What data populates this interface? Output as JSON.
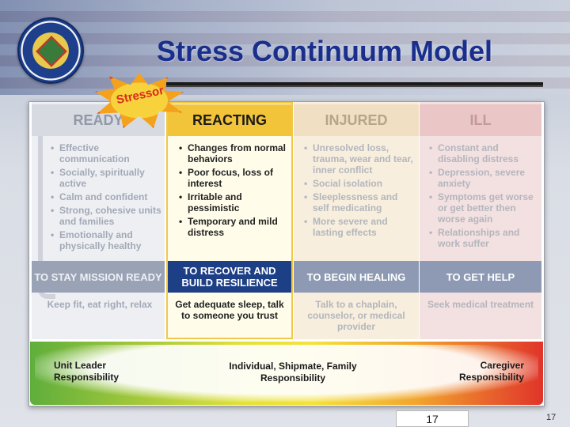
{
  "slide": {
    "title": "Stress Continuum Model",
    "stressor_label": "Stressor",
    "page_number_box": "17",
    "page_number": "17"
  },
  "columns": [
    {
      "header": "READY",
      "bullets": [
        "Effective communication",
        "Socially, spiritually active",
        "Calm and confident",
        "Strong, cohesive units and families",
        "Emotionally and physically healthy"
      ],
      "goal": "TO STAY MISSION READY",
      "action": "Keep fit, eat right, relax"
    },
    {
      "header": "REACTING",
      "bullets": [
        "Changes from normal behaviors",
        "Poor focus, loss of interest",
        "Irritable and pessimistic",
        "Temporary and mild distress"
      ],
      "goal": "TO RECOVER AND BUILD RESILIENCE",
      "action": "Get adequate sleep, talk to someone you trust"
    },
    {
      "header": "INJURED",
      "bullets": [
        "Unresolved loss, trauma, wear and tear, inner conflict",
        "Social isolation",
        "Sleeplessness and self medicating",
        "More severe and lasting effects"
      ],
      "goal": "TO BEGIN HEALING",
      "action": "Talk to a chaplain, counselor, or medical provider"
    },
    {
      "header": "ILL",
      "bullets": [
        "Constant and disabling distress",
        "Depression, severe anxiety",
        "Symptoms get worse or get better then worse again",
        "Relationships and work suffer"
      ],
      "goal": "TO GET HELP",
      "action": "Seek medical treatment"
    }
  ],
  "responsibility": {
    "left": "Unit Leader Responsibility",
    "middle": "Individual, Shipmate, Family Responsibility",
    "right": "Caregiver Responsibility"
  },
  "colors": {
    "title": "#1a2f8c",
    "reacting_header": "#f2c43a",
    "reacting_goal": "#1d3f86",
    "stressor_text": "#d92a1a"
  }
}
